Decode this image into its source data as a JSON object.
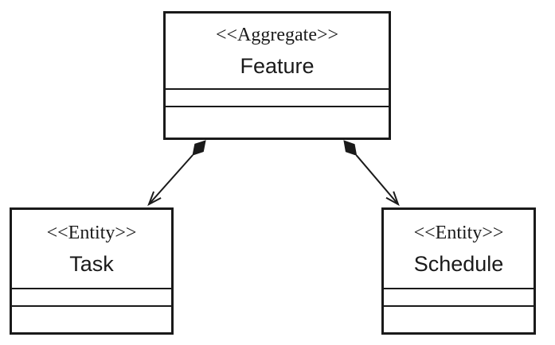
{
  "diagram": {
    "feature": {
      "stereotype": "<<Aggregate>>",
      "name": "Feature"
    },
    "task": {
      "stereotype": "<<Entity>>",
      "name": "Task"
    },
    "schedule": {
      "stereotype": "<<Entity>>",
      "name": "Schedule"
    },
    "relations": [
      {
        "from": "Feature",
        "to": "Task",
        "type": "composition"
      },
      {
        "from": "Feature",
        "to": "Schedule",
        "type": "composition"
      }
    ],
    "colors": {
      "line": "#1a1a1a",
      "background": "#ffffff"
    }
  }
}
